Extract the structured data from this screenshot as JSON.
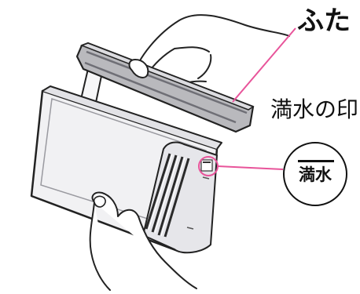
{
  "labels": {
    "lid": "ふた",
    "full_water_mark": "満水の印",
    "mark_badge": "満水"
  },
  "colors": {
    "leader_line": "#e8549a",
    "outline": "#222222",
    "tank_fill": "#f1f1f3",
    "lid_fill": "#b9b9bd"
  },
  "icons": {
    "mark_badge": "full-water-mark-icon"
  }
}
